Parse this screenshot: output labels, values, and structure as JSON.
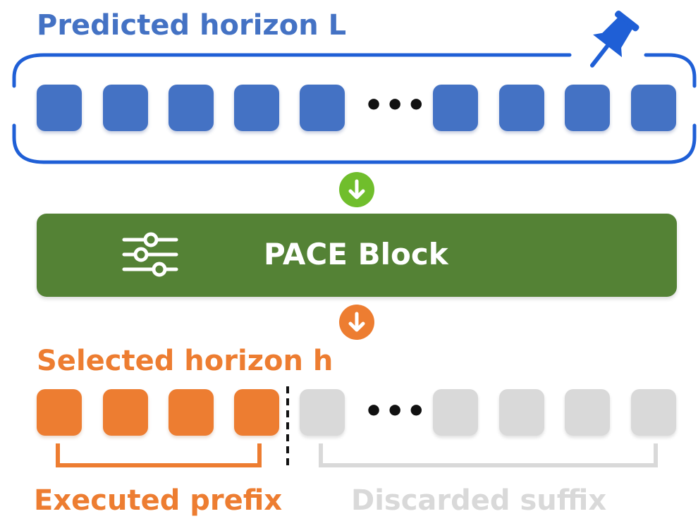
{
  "predicted": {
    "title": "Predicted horizon L",
    "color": "#4472C4",
    "ellipsis": "•••"
  },
  "pace": {
    "label": "PACE Block",
    "color": "#548235",
    "icon": "sliders-icon"
  },
  "arrows": {
    "top_color": "#70BE2C",
    "bottom_color": "#ED7D31",
    "icon": "arrow-down-icon"
  },
  "selected": {
    "title": "Selected horizon h",
    "color": "#ED7D31",
    "ellipsis": "•••"
  },
  "executed": {
    "label": "Executed prefix",
    "color": "#ED7D31"
  },
  "discarded": {
    "label": "Discarded suffix",
    "color": "#D9D9D9"
  },
  "pin": {
    "icon": "pushpin-icon",
    "color": "#1F5FD6"
  }
}
